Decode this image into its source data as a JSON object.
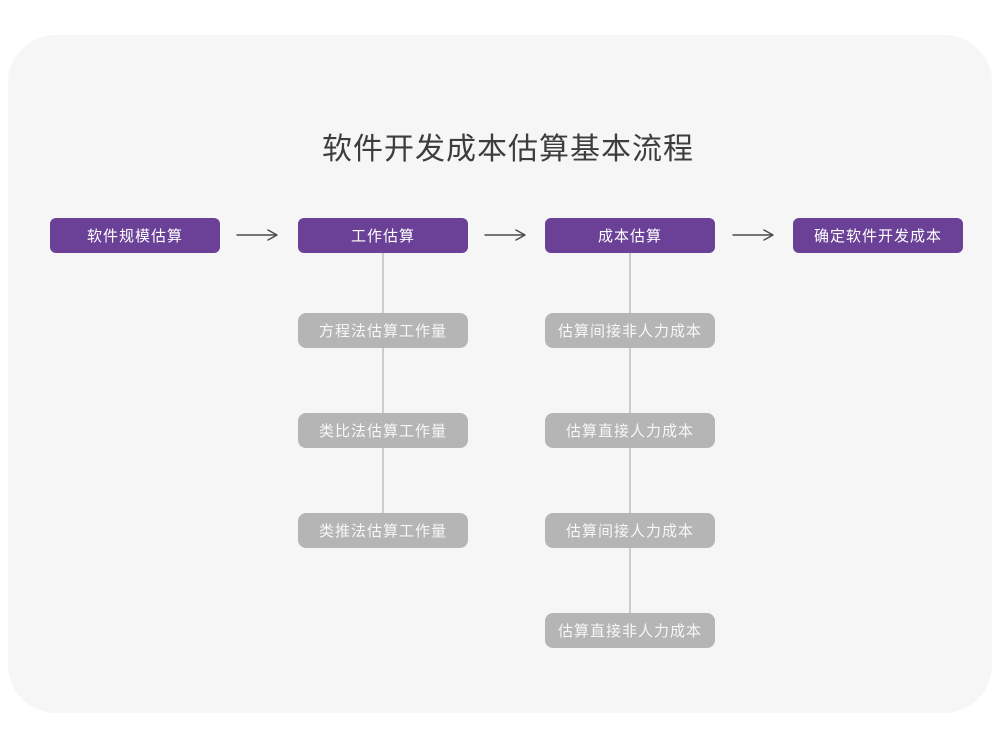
{
  "title": "软件开发成本估算基本流程",
  "flow": {
    "stages": [
      {
        "label": "软件规模估算"
      },
      {
        "label": "工作估算"
      },
      {
        "label": "成本估算"
      },
      {
        "label": "确定软件开发成本"
      }
    ],
    "work_substeps": [
      "方程法估算工作量",
      "类比法估算工作量",
      "类推法估算工作量"
    ],
    "cost_substeps": [
      "估算间接非人力成本",
      "估算直接人力成本",
      "估算间接人力成本",
      "估算直接非人力成本"
    ]
  },
  "colors": {
    "stage-fill": "#6a4197",
    "substep-fill": "#b5b5b5",
    "card-bg": "#f6f6f6",
    "arrow": "#4a4a4a",
    "connector": "#cccccc",
    "title-text": "#3d3d3d",
    "node-text": "#ffffff"
  }
}
